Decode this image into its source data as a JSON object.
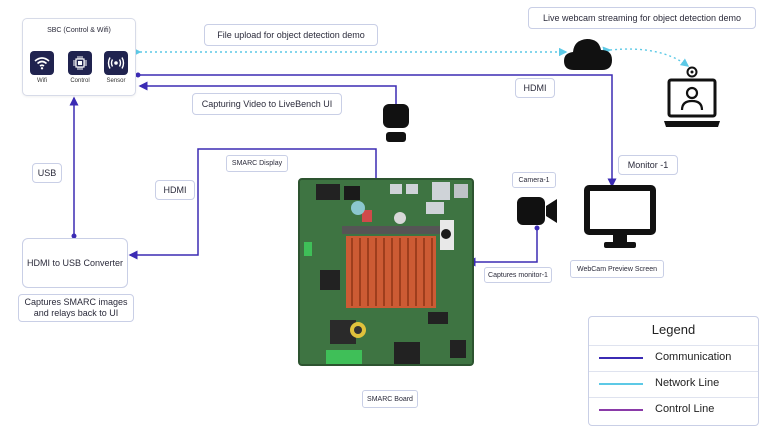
{
  "sbc": {
    "title": "SBC (Control & Wifi)",
    "items": [
      {
        "label": "Wifi",
        "icon": "wifi-icon"
      },
      {
        "label": "Control",
        "icon": "chip-icon"
      },
      {
        "label": "Sensor",
        "icon": "sensor-icon"
      }
    ]
  },
  "labels": {
    "file_upload": "File upload for object detection demo",
    "webcam_streaming": "Live webcam streaming for object detection demo",
    "capturing_video": "Capturing Video to LiveBench UI",
    "hdmi_right": "HDMI",
    "hdmi_left": "HDMI",
    "usb": "USB",
    "smarc_display": "SMARC Display",
    "camera": "Camera-1",
    "captures_monitor": "Captures monitor-1",
    "monitor": "Monitor -1",
    "webcam_preview": "WebCam Preview Screen",
    "hdmi_usb": "HDMI to USB Converter",
    "captures_smarc": "Captures SMARC images and relays back to UI",
    "smarc_board": "SMARC Board"
  },
  "legend": {
    "title": "Legend",
    "items": [
      {
        "label": "Communication",
        "color": "#3b2bb4"
      },
      {
        "label": "Network Line",
        "color": "#5cc9e6"
      },
      {
        "label": "Control Line",
        "color": "#8a3aa8"
      }
    ]
  },
  "colors": {
    "communication": "#3b2bb4",
    "network": "#5cc9e6",
    "accent_dark": "#20234f",
    "board": "#3b6e3e"
  },
  "icons": [
    "cloud-icon",
    "user-laptop-icon",
    "camera-device-icon",
    "video-camera-icon",
    "monitor-icon",
    "board-image"
  ]
}
